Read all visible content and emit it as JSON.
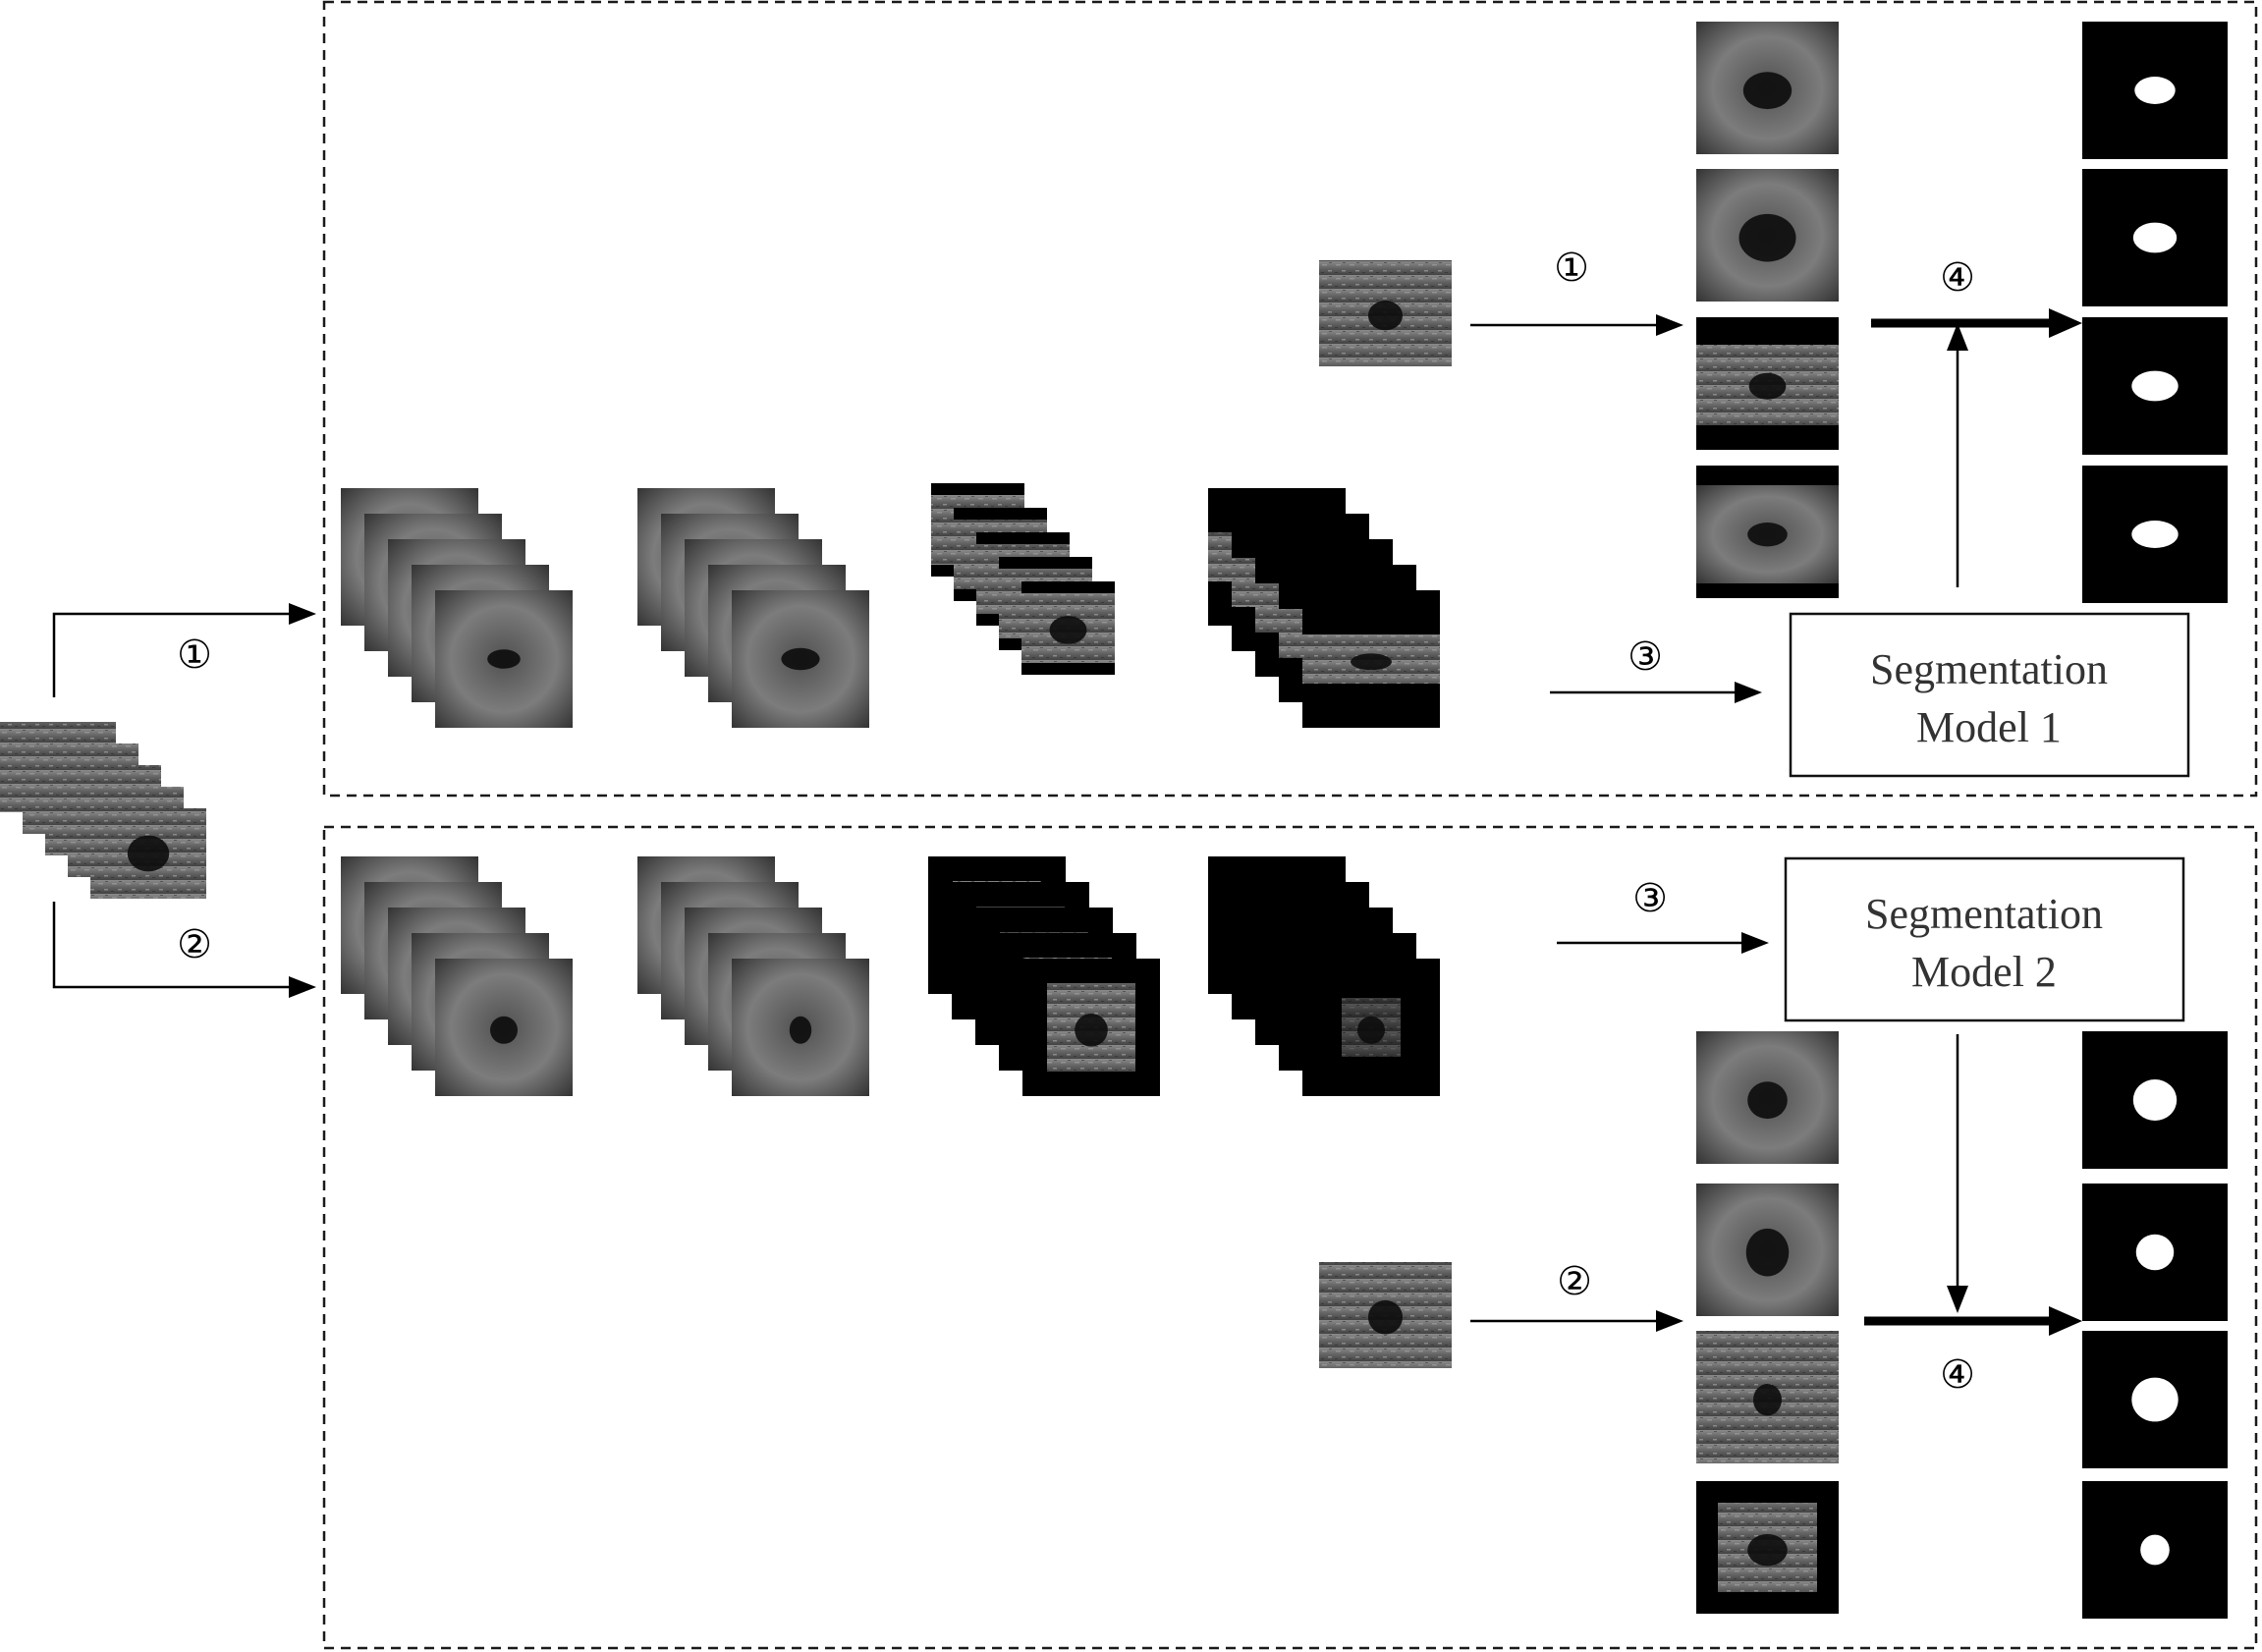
{
  "title": "",
  "steps": {
    "s1": "①",
    "s2": "②",
    "s3": "③",
    "s4": "④"
  },
  "models": {
    "model1": {
      "line1": "Segmentation",
      "line2": "Model 1"
    },
    "model2": {
      "line1": "Segmentation",
      "line2": "Model 2"
    }
  },
  "colors": {
    "background": "#ffffff",
    "image_bg": "#000000",
    "ultrasound_tone": "#7a7a7a",
    "lesion": "#0c0c0c",
    "mask_fg": "#ffffff",
    "line": "#000000"
  },
  "groups": {
    "input_stack_count": 5,
    "branch1_stacks": 4,
    "branch2_stacks": 4,
    "augmented_outputs_per_branch": 4,
    "masks_per_branch": 4
  }
}
